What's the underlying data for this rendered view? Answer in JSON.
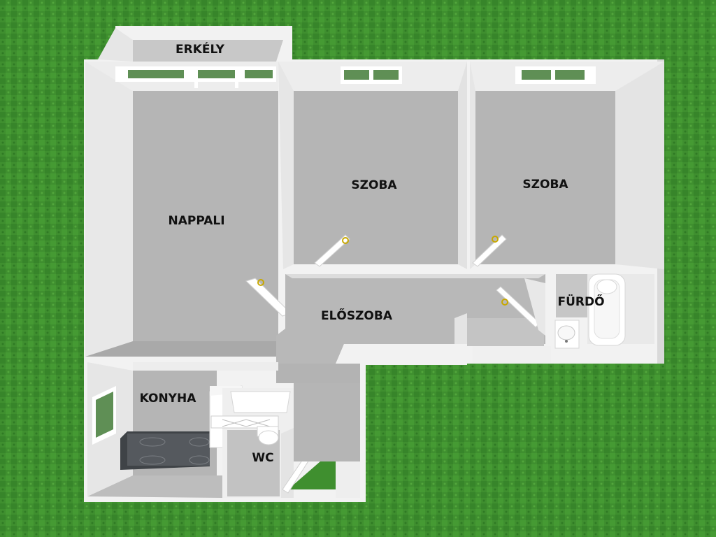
{
  "colors": {
    "grass": "#3f8f2f",
    "grass_dark": "#2f7a24",
    "wall": "#f2f2f2",
    "floor": "#b5b5b5",
    "floor_light": "#c8c8c8",
    "window_glass": "#5f8f55",
    "counter": "#55595e",
    "label": "#111111"
  },
  "rooms": {
    "erkely": "ERKÉLY",
    "nappali": "NAPPALI",
    "szoba_1": "SZOBA",
    "szoba_2": "SZOBA",
    "furdo": "FÜRDŐ",
    "eloszoba": "ELŐSZOBA",
    "konyha": "KONYHA",
    "wc": "WC"
  }
}
